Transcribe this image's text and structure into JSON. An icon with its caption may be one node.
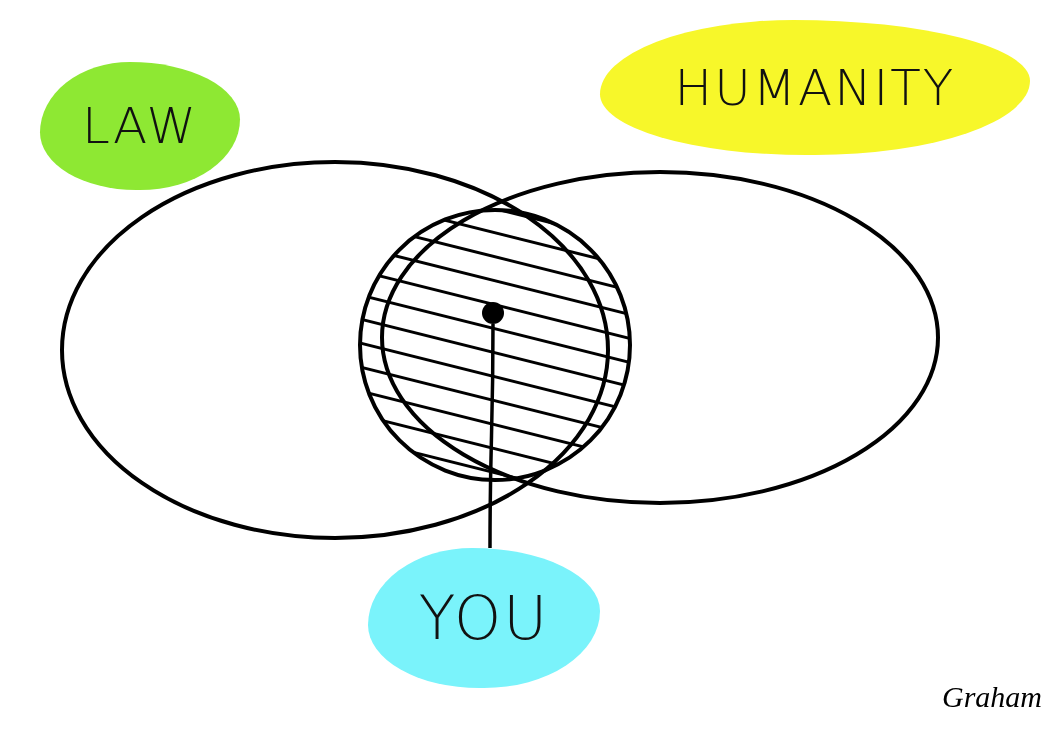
{
  "diagram": {
    "nodes": [
      {
        "text": [
          "LAW"
        ]
      },
      {
        "text": [
          "HUMANITY"
        ]
      },
      {
        "text": [
          "YOU"
        ]
      },
      {
        "text": [],
        "shape": "ellipse"
      },
      {
        "text": [],
        "shape": "ellipse"
      },
      {
        "text": [],
        "shape": "dot"
      }
    ],
    "edges": [
      {
        "from": 2,
        "to": 5,
        "arrow": "none"
      }
    ],
    "labels": [
      "Graham"
    ]
  }
}
